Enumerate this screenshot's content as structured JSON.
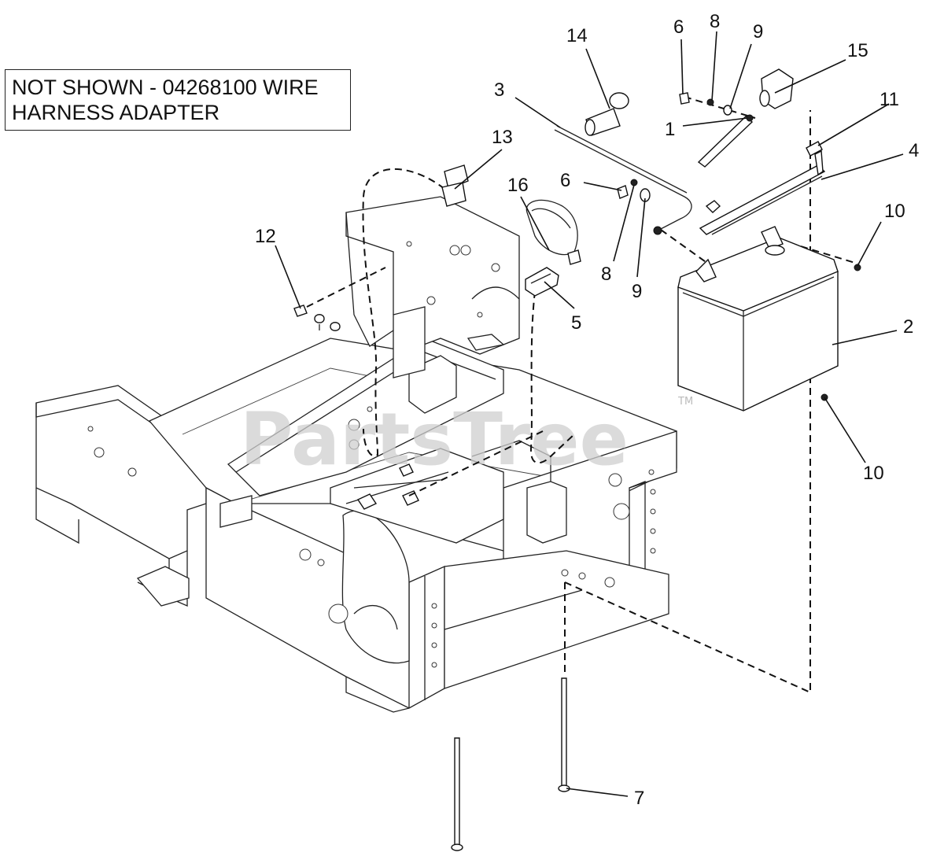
{
  "note": {
    "line1": "NOT SHOWN - 04268100 WIRE",
    "line2": "HARNESS ADAPTER"
  },
  "watermark": {
    "text": "PartsTree",
    "trademark": "TM"
  },
  "callouts": [
    {
      "id": "c14",
      "label": "14"
    },
    {
      "id": "c6a",
      "label": "6"
    },
    {
      "id": "c8a",
      "label": "8"
    },
    {
      "id": "c9a",
      "label": "9"
    },
    {
      "id": "c15",
      "label": "15"
    },
    {
      "id": "c3",
      "label": "3"
    },
    {
      "id": "c1",
      "label": "1"
    },
    {
      "id": "c11",
      "label": "11"
    },
    {
      "id": "c13",
      "label": "13"
    },
    {
      "id": "c4",
      "label": "4"
    },
    {
      "id": "c16",
      "label": "16"
    },
    {
      "id": "c6b",
      "label": "6"
    },
    {
      "id": "c10a",
      "label": "10"
    },
    {
      "id": "c12",
      "label": "12"
    },
    {
      "id": "c8b",
      "label": "8"
    },
    {
      "id": "c9b",
      "label": "9"
    },
    {
      "id": "c5",
      "label": "5"
    },
    {
      "id": "c2",
      "label": "2"
    },
    {
      "id": "c10b",
      "label": "10"
    },
    {
      "id": "c7",
      "label": "7"
    }
  ]
}
